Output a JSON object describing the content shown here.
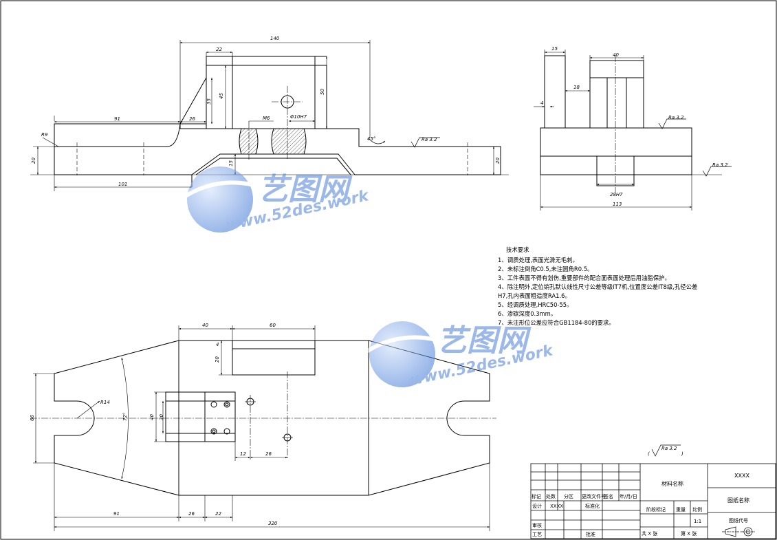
{
  "dims": {
    "front": {
      "d140": "140",
      "d22": "22",
      "d91": "91",
      "d26": "26",
      "d45": "45",
      "d35": "35",
      "d50": "50",
      "dM6": "M6",
      "dphi10": "Φ10H7",
      "dR9": "R9",
      "d20a": "20",
      "d101": "101",
      "d15": "15",
      "d20b": "20",
      "dang": "45°",
      "ra": "Ra 3.2"
    },
    "side": {
      "d15": "15",
      "d40": "40",
      "d18": "18",
      "d4": "4",
      "d28h7": "28H7",
      "d113": "113",
      "ra1": "Ra 3.2",
      "ra2": "Ra 3.2"
    },
    "plan": {
      "d40": "40",
      "d60": "60",
      "d4": "4",
      "d20": "20",
      "dR14": "R14",
      "d66": "66",
      "d72": "72°",
      "d40v": "40",
      "d30": "30",
      "d12": "12",
      "d26": "26",
      "d91": "91",
      "d26b": "26",
      "d22": "22",
      "d320": "320"
    }
  },
  "notes": {
    "title": "技术要求",
    "lines": [
      "1、调质处理,表面光滑无毛刺。",
      "2、未标注倒角C0.5,未注圆角R0.5。",
      "3、工件表面不得有划伤,重要部件的配合面表面处理后用油脂保护。",
      "4、除注明外,定位销孔默认线性尺寸公差等级IT7机,位置度公差IT8级,孔径公差",
      "H7,孔内表面粗造度RA1.6。",
      "5、经调质处理,HRC50-55。",
      "6、渗碳深度0.3mm。",
      "7、未注形位公差应符合GB1184-80的要求。"
    ]
  },
  "roughness_note": "Ra 3.2",
  "titleblock": {
    "mark": "标记",
    "count": "处数",
    "zone": "分区",
    "change_doc": "更改文件号",
    "sign": "签名",
    "date": "年/月/日",
    "design": "设计",
    "design_val": "XXXX",
    "standard": "标准化",
    "review": "审核",
    "process": "工艺",
    "approve": "批准",
    "material": "材料名称",
    "stage": "阶段标记",
    "weight": "重量",
    "scale": "比例",
    "scale_val": "1:1",
    "total": "共  X  张",
    "sheet": "第  X  张",
    "company": "XXXX",
    "drawing_name": "图纸名称",
    "drawing_code": "图纸代号"
  },
  "watermark": {
    "cn": "艺图网",
    "url": "www.52des.work"
  }
}
